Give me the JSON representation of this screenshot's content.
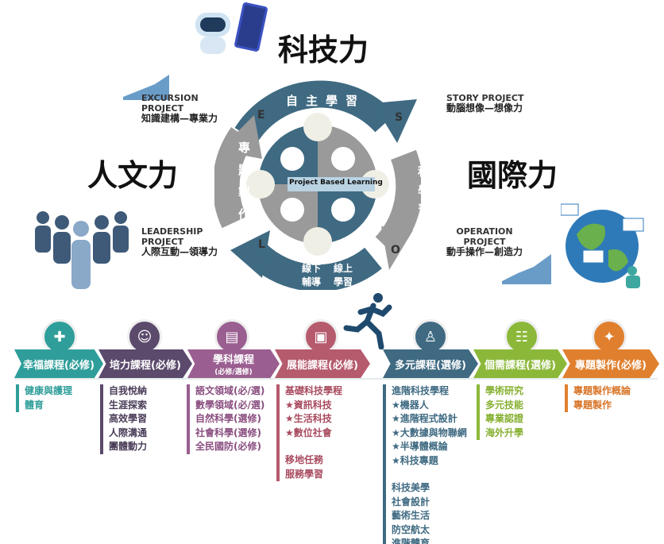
{
  "headings": {
    "tech": "科技力",
    "humanities": "人文力",
    "international": "國際力"
  },
  "projects": {
    "excursion": {
      "title1": "EXCURSION",
      "title2": "PROJECT",
      "sub": "知識建構—專業力"
    },
    "story": {
      "title1": "STORY PROJECT",
      "sub": "動腦想像—想像力"
    },
    "leadership": {
      "title1": "LEADERSHIP",
      "title2": "PROJECT",
      "sub": "人際互動—領導力"
    },
    "operation": {
      "title1": "OPERATION",
      "title2": "PROJECT",
      "sub": "動手操作—創造力"
    }
  },
  "cycle": {
    "center": "Project Based Learning",
    "top": [
      "自",
      "主",
      "學",
      "習"
    ],
    "right": [
      "課",
      "程",
      "學",
      "習"
    ],
    "left": [
      "專",
      "題",
      "製",
      "作"
    ],
    "bottom": [
      "線下",
      "線上",
      "輔導",
      "學習"
    ],
    "letters": {
      "e": "E",
      "s": "S",
      "o": "O",
      "l": "L"
    }
  },
  "courses": [
    {
      "label": "幸福課程(必修)",
      "color": "#2f9e9a",
      "items": [
        "健康與護理",
        "體育"
      ]
    },
    {
      "label": "培力課程(必修)",
      "color": "#5b4a6c",
      "items": [
        "自我悅納",
        "生涯探索",
        "高效學習",
        "人際溝通",
        "團體動力"
      ]
    },
    {
      "label": "學科課程",
      "sub": "(必修/選修)",
      "color": "#9a5e90",
      "items": [
        "語文領域(必/選)",
        "數學領域(必/選)",
        "自然科學(選修)",
        "社會科學(選修)",
        "全民國防(必修)"
      ]
    },
    {
      "label": "展能課程(必修)",
      "color": "#b65a6d",
      "items": [
        "基礎科技學程",
        "★資訊科技",
        "★生活科技",
        "★數位社會",
        "",
        "移地任務",
        "服務學習"
      ]
    },
    {
      "label": "多元課程(選修)",
      "color": "#3f6a82",
      "items": [
        "進階科技學程",
        "★機器人",
        "★進階程式設計",
        "★大數據與物聯網",
        "★半導體概論",
        "★科技專題",
        "",
        "科技美學",
        "社會設計",
        "藝術生活",
        "防空航太",
        "進階體育"
      ]
    },
    {
      "label": "個需課程(選修)",
      "color": "#8cb83a",
      "items": [
        "學術研究",
        "多元技能",
        "專業認證",
        "海外升學"
      ]
    },
    {
      "label": "專題製作(必修)",
      "color": "#e0802f",
      "items": [
        "專題製作概論",
        "專題製作"
      ]
    }
  ]
}
